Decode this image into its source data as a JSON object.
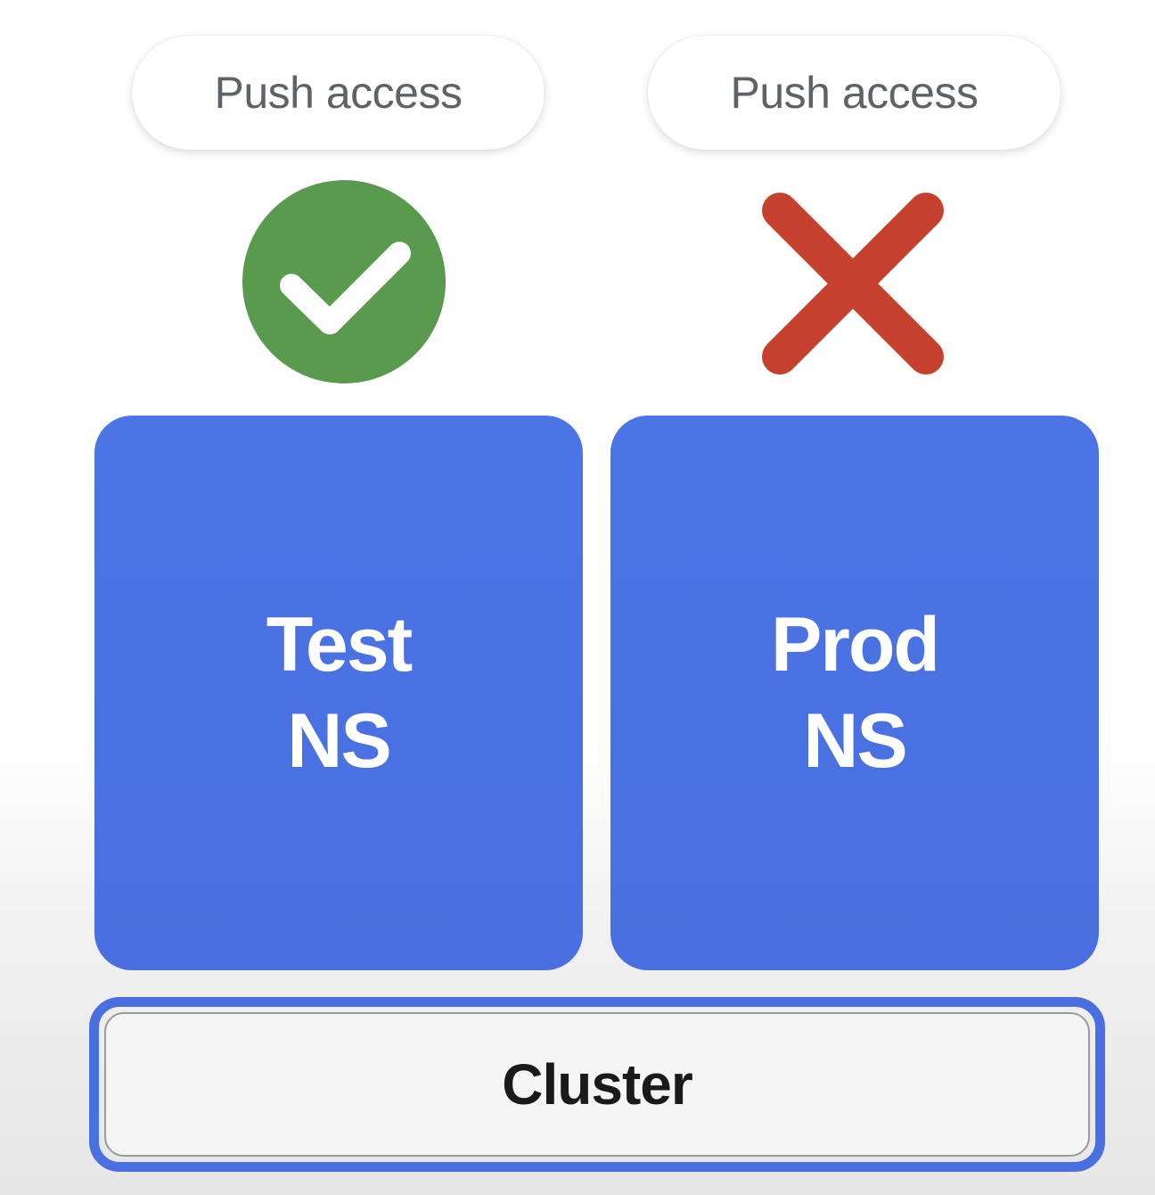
{
  "namespaces": [
    {
      "push_label": "Push access",
      "status": "allowed",
      "status_icon": "check-circle-icon",
      "status_color": "#5a9a4f",
      "name_line1": "Test",
      "name_line2": "NS"
    },
    {
      "push_label": "Push access",
      "status": "denied",
      "status_icon": "cross-icon",
      "status_color": "#c5412e",
      "name_line1": "Prod",
      "name_line2": "NS"
    }
  ],
  "namespace_color": "#4a6fe0",
  "cluster": {
    "label": "Cluster",
    "border_color": "#4a6fe0"
  }
}
